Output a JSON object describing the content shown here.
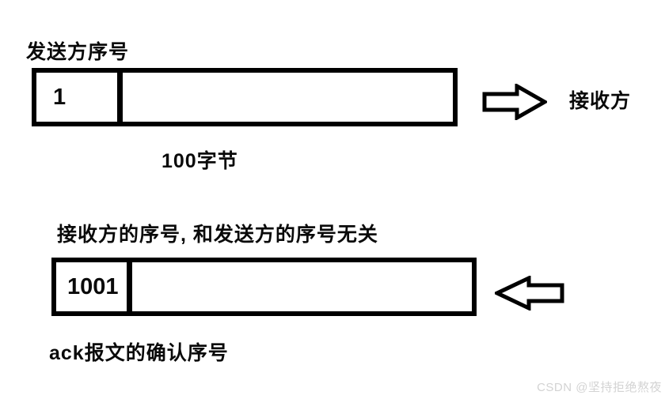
{
  "page": {
    "background": "#ffffff",
    "text_color": "#0a0a0a",
    "stroke_color": "#000000"
  },
  "send_flow": {
    "title": "发送方序号",
    "seq_number": "1",
    "payload_label": "100字节",
    "target_label": "接收方",
    "direction_icon": "right-block-arrow"
  },
  "ack_flow": {
    "title": "接收方的序号, 和发送方的序号无关",
    "ack_number": "1001",
    "caption": "ack报文的确认序号",
    "direction_icon": "left-block-arrow"
  },
  "watermark": {
    "text": "CSDN @坚持拒绝熬夜",
    "color": "#d3d3d3"
  }
}
